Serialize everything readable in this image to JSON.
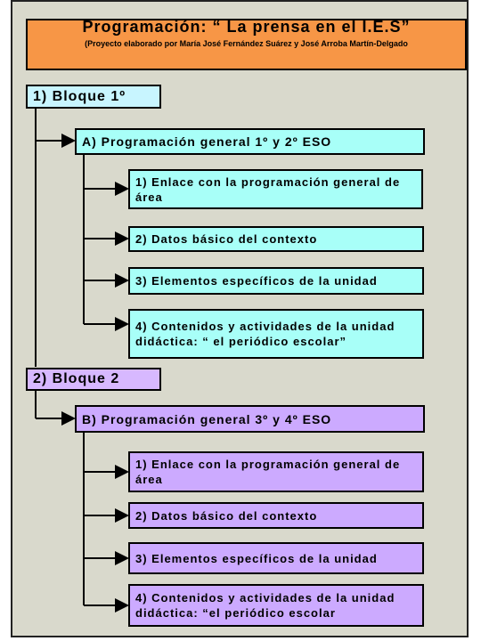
{
  "header": {
    "title": "Programación: “ La prensa en el I.E.S”",
    "subtitle": "(Proyecto elaborado por María José Fernández Suárez y José Arroba Martín-Delgado"
  },
  "bloque1": {
    "label": "1) Bloque 1º",
    "programacion": "A) Programación general 1º y 2º ESO",
    "items": [
      "1) Enlace con la programación general de área",
      "2) Datos básico del contexto",
      "3) Elementos específicos de la unidad",
      "4) Contenidos y actividades de la unidad didáctica: “ el periódico escolar”"
    ]
  },
  "bloque2": {
    "label": "2) Bloque 2",
    "programacion": "B) Programación general 3º y 4º ESO",
    "items": [
      "1) Enlace con la programación general de área",
      "2) Datos básico del contexto",
      "3) Elementos específicos de la unidad",
      "4) Contenidos y actividades de la unidad didáctica: “el periódico escolar"
    ]
  },
  "colors": {
    "header": "#f79646",
    "bloque1": "#a8fff8",
    "bloque2": "#ccaaff",
    "background": "#d9d9cc"
  }
}
